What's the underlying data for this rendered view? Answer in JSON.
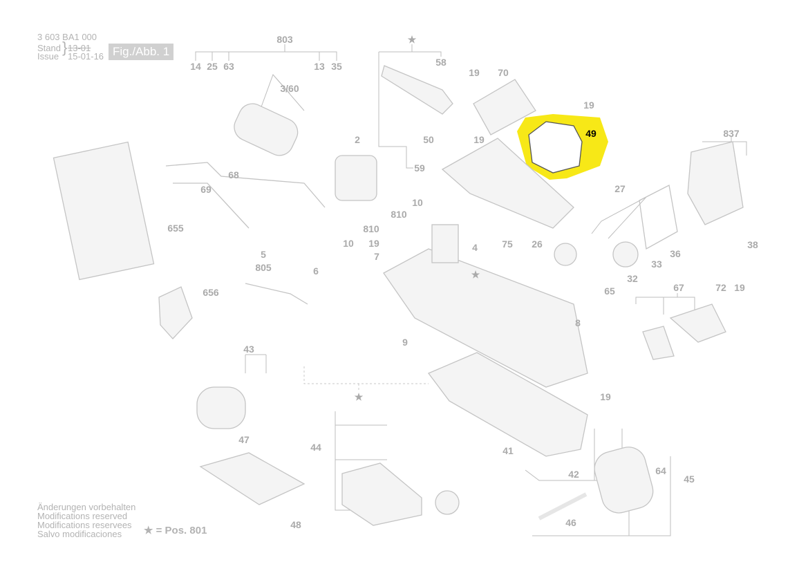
{
  "header": {
    "part_number": "3 603 BA1 000",
    "stand_label": "Stand",
    "issue_label": "Issue",
    "stand_value": "13-01",
    "issue_value": "15-01-16",
    "figure_badge": "Fig./Abb. 1"
  },
  "footer": {
    "notes": [
      "Änderungen vorbehalten",
      "Modifications reserved",
      "Modifications reservees",
      "Salvo modificaciones"
    ],
    "legend": "★ = Pos. 801"
  },
  "highlight": {
    "part": "49",
    "color": "#f7e817"
  },
  "labels": [
    "803",
    "14",
    "25",
    "63",
    "3/60",
    "13",
    "35",
    "★",
    "58",
    "19",
    "70",
    "19",
    "49",
    "2",
    "68",
    "69",
    "50",
    "19",
    "59",
    "837",
    "27",
    "10",
    "810",
    "810",
    "10",
    "655",
    "19",
    "4",
    "75",
    "26",
    "5",
    "805",
    "6",
    "7",
    "36",
    "38",
    "33",
    "32",
    "65",
    "67",
    "72",
    "19",
    "656",
    "★",
    "8",
    "9",
    "43",
    "★",
    "19",
    "47",
    "44",
    "41",
    "64",
    "45",
    "42",
    "46",
    "48"
  ]
}
